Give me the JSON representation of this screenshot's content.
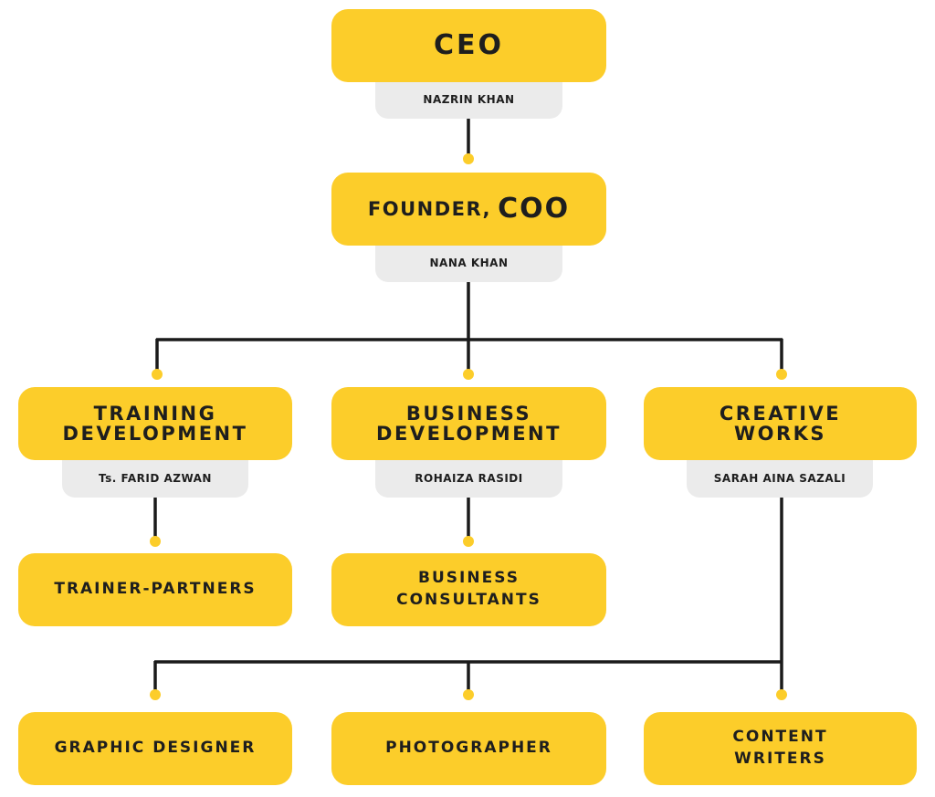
{
  "colors": {
    "box": "#FCCD2A",
    "name_tab": "#EBEBEB",
    "line": "#1a1a1a",
    "text": "#1e1e1e"
  },
  "ceo": {
    "title": "CEO",
    "name": "NAZRIN KHAN"
  },
  "coo": {
    "title_prefix": "FOUNDER,",
    "title_main": "COO",
    "name": "NANA KHAN"
  },
  "departments": [
    {
      "title_line1": "TRAINING",
      "title_line2": "DEVELOPMENT",
      "name": "Ts. FARID AZWAN"
    },
    {
      "title_line1": "BUSINESS",
      "title_line2": "DEVELOPMENT",
      "name": "ROHAIZA RASIDI"
    },
    {
      "title_line1": "CREATIVE",
      "title_line2": "WORKS",
      "name": "SARAH AINA SAZALI"
    }
  ],
  "sub_units": {
    "trainer_partners": "TRAINER-PARTNERS",
    "business_consultants": {
      "line1": "BUSINESS",
      "line2": "CONSULTANTS"
    },
    "graphic_designer": "GRAPHIC DESIGNER",
    "photographer": "PHOTOGRAPHER",
    "content_writers": {
      "line1": "CONTENT",
      "line2": "WRITERS"
    }
  }
}
